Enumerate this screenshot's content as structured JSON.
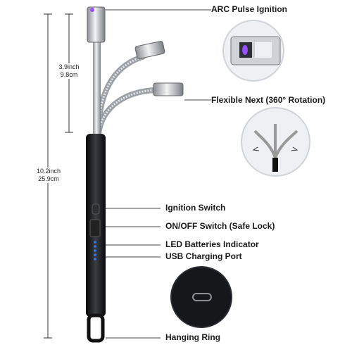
{
  "callouts": {
    "arc": "ARC Pulse Ignition",
    "flex": "Flexible Next (360° Rotation)",
    "ignition": "Ignition Switch",
    "onoff": "ON/OFF Switch (Safe Lock)",
    "led": "LED Batteries Indicator",
    "usb": "USB Charging Port",
    "ring": "Hanging Ring"
  },
  "dimensions": {
    "neck_in": "3.9inch",
    "neck_cm": "9.8cm",
    "total_in": "10.2inch",
    "total_cm": "25.9cm"
  },
  "colors": {
    "body": "#16181c",
    "metal": "#b8bcc2",
    "led": "#2f7bff",
    "arc": "#9a4dff"
  }
}
